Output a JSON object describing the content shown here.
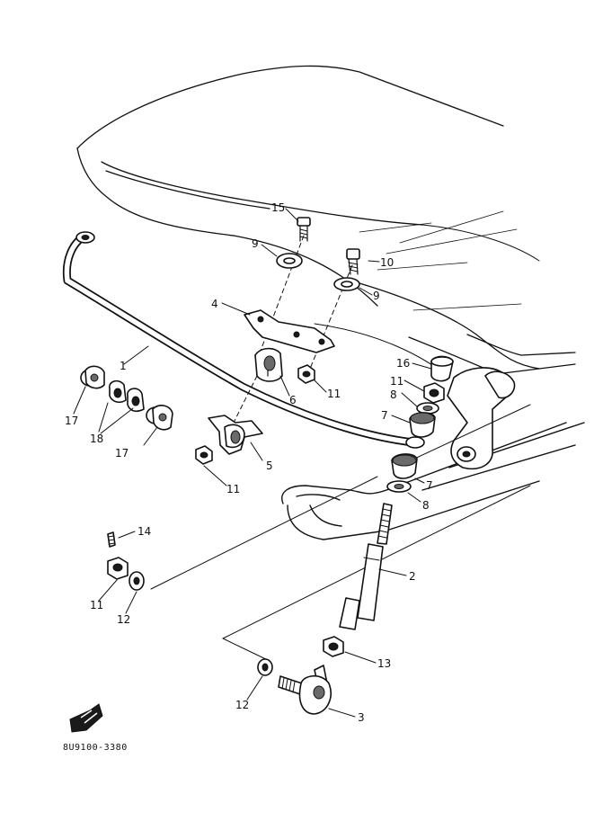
{
  "diagram": {
    "code": "8U9100-3380",
    "callouts": [
      {
        "id": "c1",
        "text": "1"
      },
      {
        "id": "c2",
        "text": "2"
      },
      {
        "id": "c3",
        "text": "3"
      },
      {
        "id": "c4",
        "text": "4"
      },
      {
        "id": "c5",
        "text": "5"
      },
      {
        "id": "c6",
        "text": "6"
      },
      {
        "id": "c7a",
        "text": "7"
      },
      {
        "id": "c7b",
        "text": "7"
      },
      {
        "id": "c8a",
        "text": "8"
      },
      {
        "id": "c8b",
        "text": "8"
      },
      {
        "id": "c9a",
        "text": "9"
      },
      {
        "id": "c9b",
        "text": "9"
      },
      {
        "id": "c10",
        "text": "10"
      },
      {
        "id": "c11a",
        "text": "11"
      },
      {
        "id": "c11b",
        "text": "11"
      },
      {
        "id": "c11c",
        "text": "11"
      },
      {
        "id": "c11d",
        "text": "11"
      },
      {
        "id": "c12a",
        "text": "12"
      },
      {
        "id": "c12b",
        "text": "12"
      },
      {
        "id": "c13",
        "text": "13"
      },
      {
        "id": "c14",
        "text": "14"
      },
      {
        "id": "c15",
        "text": "15"
      },
      {
        "id": "c16",
        "text": "16"
      },
      {
        "id": "c17a",
        "text": "17"
      },
      {
        "id": "c17b",
        "text": "17"
      },
      {
        "id": "c18",
        "text": "18"
      }
    ]
  }
}
